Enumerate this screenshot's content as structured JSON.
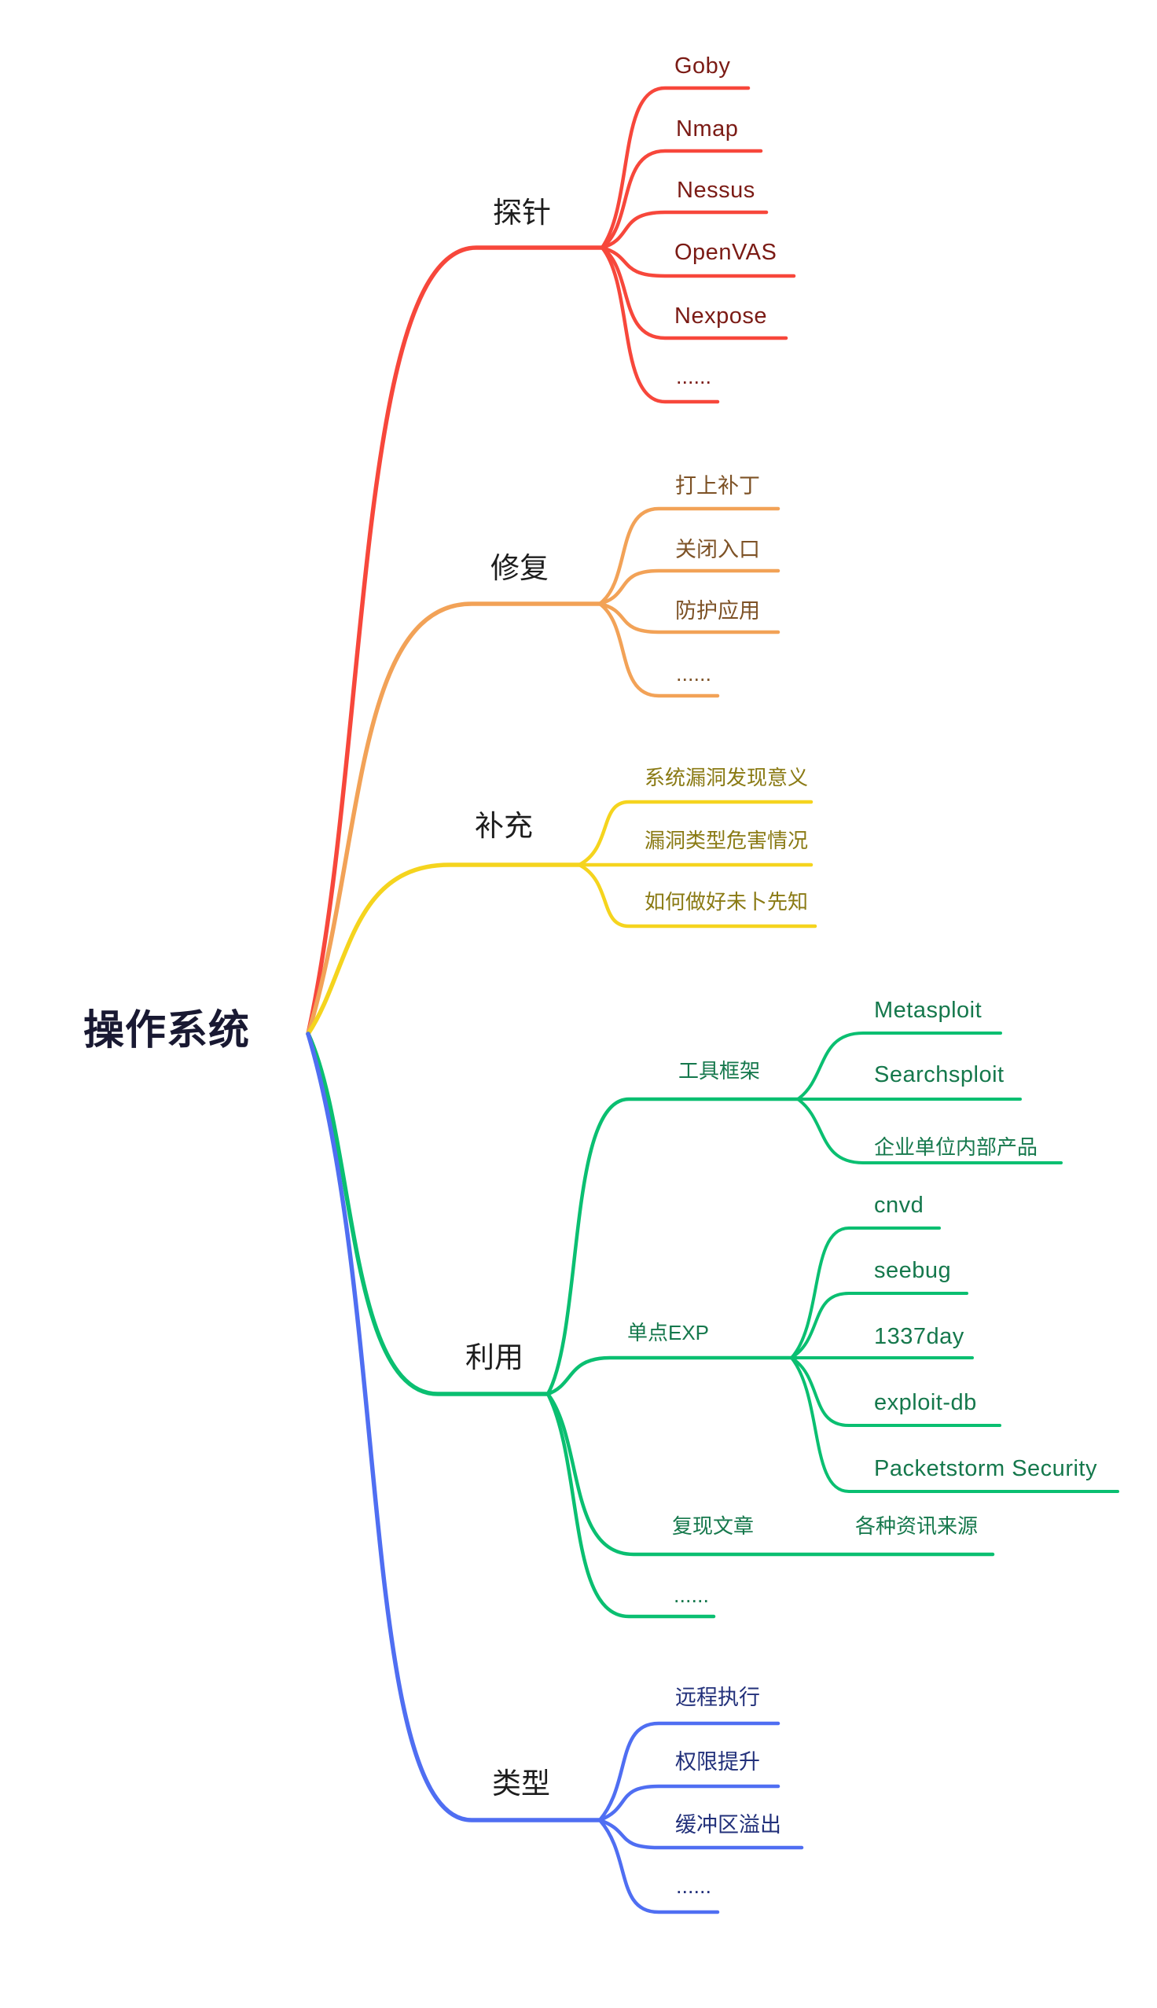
{
  "root": {
    "label": "操作系统",
    "text_color": "#191932"
  },
  "branches": [
    {
      "label": "探针",
      "color": "#f7473b",
      "text_color": "#1d1d1d",
      "child_text_color": "#7b1b15",
      "children": [
        {
          "label": "Goby"
        },
        {
          "label": "Nmap"
        },
        {
          "label": "Nessus"
        },
        {
          "label": "OpenVAS"
        },
        {
          "label": "Nexpose"
        },
        {
          "label": "......"
        }
      ]
    },
    {
      "label": "修复",
      "color": "#f2a257",
      "text_color": "#1d1d1d",
      "child_text_color": "#7d5226",
      "children": [
        {
          "label": "打上补丁"
        },
        {
          "label": "关闭入口"
        },
        {
          "label": "防护应用"
        },
        {
          "label": "......"
        }
      ]
    },
    {
      "label": "补充",
      "color": "#f5d41e",
      "text_color": "#1d1d1d",
      "child_text_color": "#8a7a14",
      "children": [
        {
          "label": "系统漏洞发现意义"
        },
        {
          "label": "漏洞类型危害情况"
        },
        {
          "label": "如何做好未卜先知"
        }
      ]
    },
    {
      "label": "利用",
      "color": "#0abf71",
      "text_color": "#1d1d1d",
      "child_text_color": "#15784c",
      "children": [
        {
          "label": "工具框架",
          "children": [
            {
              "label": "Metasploit"
            },
            {
              "label": "Searchsploit"
            },
            {
              "label": "企业单位内部产品"
            }
          ]
        },
        {
          "label": "单点EXP",
          "children": [
            {
              "label": "cnvd"
            },
            {
              "label": "seebug"
            },
            {
              "label": "1337day"
            },
            {
              "label": "exploit-db"
            },
            {
              "label": "Packetstorm Security"
            }
          ]
        },
        {
          "label": "复现文章",
          "children": [
            {
              "label": "各种资讯来源"
            }
          ]
        },
        {
          "label": "......"
        }
      ]
    },
    {
      "label": "类型",
      "color": "#4f6ef2",
      "text_color": "#1d1d1d",
      "child_text_color": "#22307a",
      "children": [
        {
          "label": "远程执行"
        },
        {
          "label": "权限提升"
        },
        {
          "label": "缓冲区溢出"
        },
        {
          "label": "......"
        }
      ]
    }
  ]
}
